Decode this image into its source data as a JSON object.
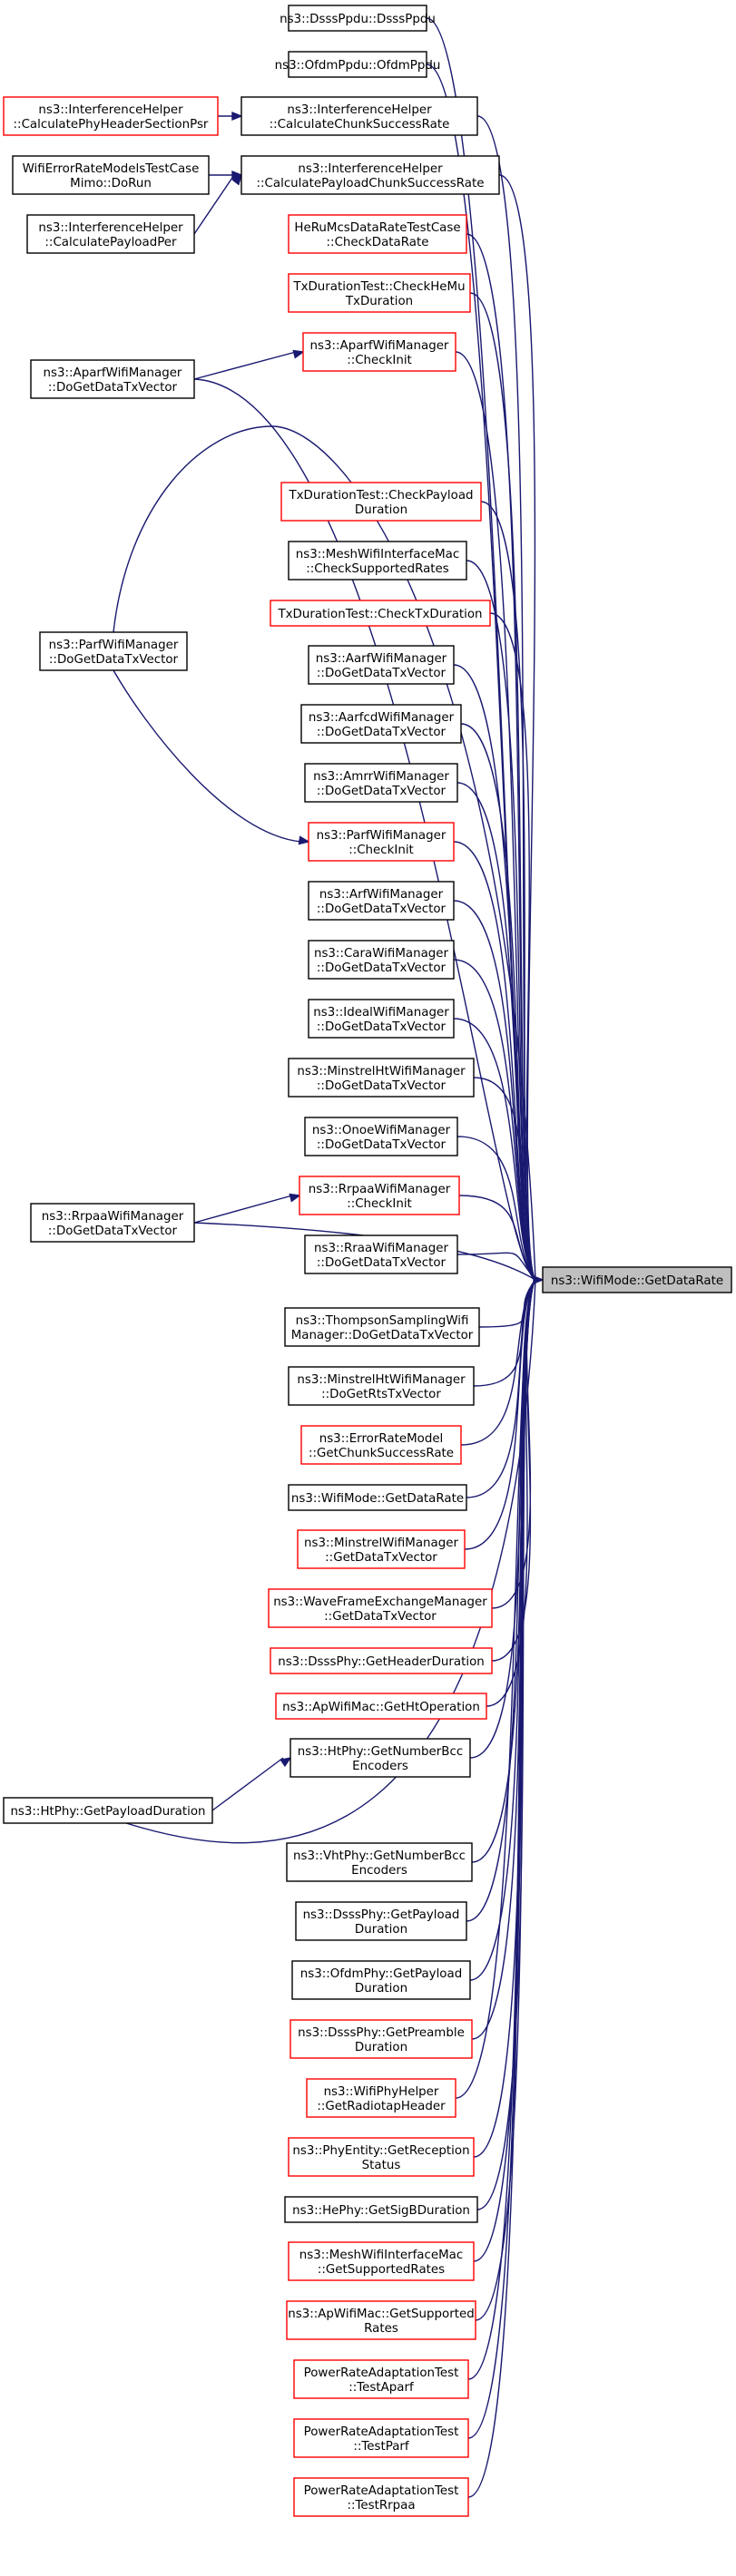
{
  "graph": {
    "target": "ns3::WifiMode::GetDataRate",
    "colors": {
      "edge": "#191970",
      "normal_border": "#000000",
      "red_border": "#ff0000",
      "target_fill": "#bfbfbf"
    },
    "nodes": [
      {
        "id": "dsss_ppdu",
        "lines": [
          "ns3::DsssPpdu::DsssPpdu"
        ],
        "color": "black"
      },
      {
        "id": "ofdm_ppdu",
        "lines": [
          "ns3::OfdmPpdu::OfdmPpdu"
        ],
        "color": "black"
      },
      {
        "id": "ih_phyheader",
        "lines": [
          "ns3::InterferenceHelper",
          "::CalculatePhyHeaderSectionPsr"
        ],
        "color": "red"
      },
      {
        "id": "ih_chunk",
        "lines": [
          "ns3::InterferenceHelper",
          "::CalculateChunkSuccessRate"
        ],
        "color": "black"
      },
      {
        "id": "wifi_err_mimo",
        "lines": [
          "WifiErrorRateModelsTestCase",
          "Mimo::DoRun"
        ],
        "color": "black"
      },
      {
        "id": "ih_payload_chunk",
        "lines": [
          "ns3::InterferenceHelper",
          "::CalculatePayloadChunkSuccessRate"
        ],
        "color": "black"
      },
      {
        "id": "ih_payloadper",
        "lines": [
          "ns3::InterferenceHelper",
          "::CalculatePayloadPer"
        ],
        "color": "black"
      },
      {
        "id": "herumcs",
        "lines": [
          "HeRuMcsDataRateTestCase",
          "::CheckDataRate"
        ],
        "color": "red"
      },
      {
        "id": "txdur_hemu",
        "lines": [
          "TxDurationTest::CheckHeMu",
          "TxDuration"
        ],
        "color": "red"
      },
      {
        "id": "aparf_checkinit",
        "lines": [
          "ns3::AparfWifiManager",
          "::CheckInit"
        ],
        "color": "red"
      },
      {
        "id": "aparf_dogetdata",
        "lines": [
          "ns3::AparfWifiManager",
          "::DoGetDataTxVector"
        ],
        "color": "black"
      },
      {
        "id": "txdur_payload",
        "lines": [
          "TxDurationTest::CheckPayload",
          "Duration"
        ],
        "color": "red"
      },
      {
        "id": "mesh_supported",
        "lines": [
          "ns3::MeshWifiInterfaceMac",
          "::CheckSupportedRates"
        ],
        "color": "black"
      },
      {
        "id": "txdur_check",
        "lines": [
          "TxDurationTest::CheckTxDuration"
        ],
        "color": "red"
      },
      {
        "id": "parf_dogetdata",
        "lines": [
          "ns3::ParfWifiManager",
          "::DoGetDataTxVector"
        ],
        "color": "black"
      },
      {
        "id": "aarf_dogetdata",
        "lines": [
          "ns3::AarfWifiManager",
          "::DoGetDataTxVector"
        ],
        "color": "black"
      },
      {
        "id": "aarfcd_dogetdata",
        "lines": [
          "ns3::AarfcdWifiManager",
          "::DoGetDataTxVector"
        ],
        "color": "black"
      },
      {
        "id": "amrr_dogetdata",
        "lines": [
          "ns3::AmrrWifiManager",
          "::DoGetDataTxVector"
        ],
        "color": "black"
      },
      {
        "id": "parf_checkinit",
        "lines": [
          "ns3::ParfWifiManager",
          "::CheckInit"
        ],
        "color": "red"
      },
      {
        "id": "arf_dogetdata",
        "lines": [
          "ns3::ArfWifiManager",
          "::DoGetDataTxVector"
        ],
        "color": "black"
      },
      {
        "id": "cara_dogetdata",
        "lines": [
          "ns3::CaraWifiManager",
          "::DoGetDataTxVector"
        ],
        "color": "black"
      },
      {
        "id": "ideal_dogetdata",
        "lines": [
          "ns3::IdealWifiManager",
          "::DoGetDataTxVector"
        ],
        "color": "black"
      },
      {
        "id": "minstrelht_dogetdata",
        "lines": [
          "ns3::MinstrelHtWifiManager",
          "::DoGetDataTxVector"
        ],
        "color": "black"
      },
      {
        "id": "onoe_dogetdata",
        "lines": [
          "ns3::OnoeWifiManager",
          "::DoGetDataTxVector"
        ],
        "color": "black"
      },
      {
        "id": "rrpaa_checkinit",
        "lines": [
          "ns3::RrpaaWifiManager",
          "::CheckInit"
        ],
        "color": "red"
      },
      {
        "id": "rrpaa_dogetdata",
        "lines": [
          "ns3::RrpaaWifiManager",
          "::DoGetDataTxVector"
        ],
        "color": "black"
      },
      {
        "id": "rraa_dogetdata",
        "lines": [
          "ns3::RraaWifiManager",
          "::DoGetDataTxVector"
        ],
        "color": "black"
      },
      {
        "id": "target",
        "lines": [
          "ns3::WifiMode::GetDataRate"
        ],
        "color": "target"
      },
      {
        "id": "thompson",
        "lines": [
          "ns3::ThompsonSamplingWifi",
          "Manager::DoGetDataTxVector"
        ],
        "color": "black"
      },
      {
        "id": "minstrelht_rts",
        "lines": [
          "ns3::MinstrelHtWifiManager",
          "::DoGetRtsTxVector"
        ],
        "color": "black"
      },
      {
        "id": "errmodel_chunk",
        "lines": [
          "ns3::ErrorRateModel",
          "::GetChunkSuccessRate"
        ],
        "color": "red"
      },
      {
        "id": "wifimode_getdatarate",
        "lines": [
          "ns3::WifiMode::GetDataRate"
        ],
        "color": "black"
      },
      {
        "id": "minstrel_getdata",
        "lines": [
          "ns3::MinstrelWifiManager",
          "::GetDataTxVector"
        ],
        "color": "red"
      },
      {
        "id": "wave_getdata",
        "lines": [
          "ns3::WaveFrameExchangeManager",
          "::GetDataTxVector"
        ],
        "color": "red"
      },
      {
        "id": "dsss_header",
        "lines": [
          "ns3::DsssPhy::GetHeaderDuration"
        ],
        "color": "red"
      },
      {
        "id": "ap_htop",
        "lines": [
          "ns3::ApWifiMac::GetHtOperation"
        ],
        "color": "red"
      },
      {
        "id": "htphy_bcc",
        "lines": [
          "ns3::HtPhy::GetNumberBcc",
          "Encoders"
        ],
        "color": "black"
      },
      {
        "id": "htphy_payload",
        "lines": [
          "ns3::HtPhy::GetPayloadDuration"
        ],
        "color": "black"
      },
      {
        "id": "vhtphy_bcc",
        "lines": [
          "ns3::VhtPhy::GetNumberBcc",
          "Encoders"
        ],
        "color": "black"
      },
      {
        "id": "dsss_payload",
        "lines": [
          "ns3::DsssPhy::GetPayload",
          "Duration"
        ],
        "color": "black"
      },
      {
        "id": "ofdm_payload",
        "lines": [
          "ns3::OfdmPhy::GetPayload",
          "Duration"
        ],
        "color": "black"
      },
      {
        "id": "dsss_preamble",
        "lines": [
          "ns3::DsssPhy::GetPreamble",
          "Duration"
        ],
        "color": "red"
      },
      {
        "id": "radiotap",
        "lines": [
          "ns3::WifiPhyHelper",
          "::GetRadiotapHeader"
        ],
        "color": "red"
      },
      {
        "id": "phyentity_rx",
        "lines": [
          "ns3::PhyEntity::GetReception",
          "Status"
        ],
        "color": "red"
      },
      {
        "id": "hephy_sigb",
        "lines": [
          "ns3::HePhy::GetSigBDuration"
        ],
        "color": "black"
      },
      {
        "id": "mesh_getsupported",
        "lines": [
          "ns3::MeshWifiInterfaceMac",
          "::GetSupportedRates"
        ],
        "color": "red"
      },
      {
        "id": "ap_getsupported",
        "lines": [
          "ns3::ApWifiMac::GetSupported",
          "Rates"
        ],
        "color": "red"
      },
      {
        "id": "prat_aparf",
        "lines": [
          "PowerRateAdaptationTest",
          "::TestAparf"
        ],
        "color": "red"
      },
      {
        "id": "prat_parf",
        "lines": [
          "PowerRateAdaptationTest",
          "::TestParf"
        ],
        "color": "red"
      },
      {
        "id": "prat_rrpaa",
        "lines": [
          "PowerRateAdaptationTest",
          "::TestRrpaa"
        ],
        "color": "red"
      }
    ]
  }
}
